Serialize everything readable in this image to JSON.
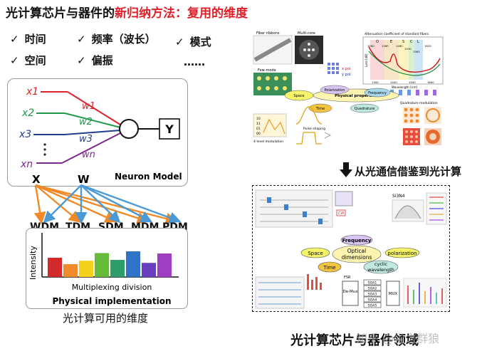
{
  "title": {
    "prefix": "光计算芯片与器件的",
    "highlight": "新归纳方法：复用的维度"
  },
  "checklist": [
    {
      "mark": "✓",
      "label": "时间"
    },
    {
      "mark": "✓",
      "label": "频率（波长）"
    },
    {
      "mark": "✓",
      "label": "模式"
    },
    {
      "mark": "✓",
      "label": "空间"
    },
    {
      "mark": "✓",
      "label": "偏振"
    },
    {
      "mark": "",
      "label": "……"
    }
  ],
  "neuron": {
    "inputs": [
      "x1",
      "x2",
      "x3",
      "xn"
    ],
    "weights": [
      "w1",
      "w2",
      "w3",
      "wn"
    ],
    "output": "Y",
    "label": "Neuron Model",
    "x_label": "X",
    "w_label": "W",
    "colors": {
      "x1": "#d7262b",
      "x2": "#1e9a49",
      "x3": "#233e8c",
      "xn": "#7b2a8d"
    }
  },
  "multiplexing": {
    "labels": [
      "WDM",
      "TDM",
      "SDM",
      "MDM",
      "PDM"
    ],
    "y_axis": "Intensity",
    "division_label": "Multiplexing division",
    "box_title": "Physical implementation",
    "bar_levels": [
      0.45,
      0.3,
      0.38,
      0.56,
      0.4,
      0.6,
      0.33,
      0.55
    ],
    "bar_colors": [
      "#d22a2a",
      "#f08b2d",
      "#f4d21b",
      "#66bb3b",
      "#2e9d6a",
      "#2f73c9",
      "#6a3fbf",
      "#a13dc0"
    ]
  },
  "caption_left": "光计算可用的维度",
  "top_figure": {
    "fiber_ribbons": "Fiber ribbons",
    "multi_core": "Multi-core",
    "few_mode": "Few-mode",
    "polarization": "Polarization",
    "frequency": "Frequency",
    "space": "Space",
    "physical_properties": "Physical properties",
    "time": "Time",
    "quadrature": "Quadrature",
    "x_pol": "x pol.",
    "y_pol": "y pol.",
    "modulation": "4-level modulation",
    "pulse_shaping": "Pulse shaping",
    "quadrature_modulation": "Quadrature modulation",
    "attenuation_title": "Attenuation coefficient of standard fibers",
    "bands": [
      "O",
      "E",
      "S",
      "C",
      "L"
    ],
    "band_values": [
      "1260",
      "1360",
      "1460",
      "1530",
      "1565",
      "1625"
    ],
    "wavelength_axis": "Wavelength [nm]",
    "loss_axis": "Loss [dB]",
    "x_ticks": [
      "1300",
      "1400",
      "1500",
      "1600"
    ],
    "levels": [
      "10",
      "11",
      "01",
      "00"
    ]
  },
  "arrow_label": "从光通信借鉴到光计算",
  "bottom_figure": {
    "frequency": "Frequency",
    "optical": "Optical",
    "dimensions": "dimensions",
    "space": "Space",
    "polarization": "polarization",
    "time": "Time",
    "cyclic": "cyclic",
    "wavelength": "wavelength",
    "si3n4": "Si3N4",
    "cw": "CW",
    "demux": "De-Mux",
    "mux": "MUX",
    "soa": [
      "SOA1",
      "SOA2",
      "SOA3",
      "SOA4",
      "SOA5"
    ],
    "fsr": "FSR"
  },
  "caption_right": "光计算芯片与器件领域",
  "watermark": "知乎 @尘之群狼"
}
